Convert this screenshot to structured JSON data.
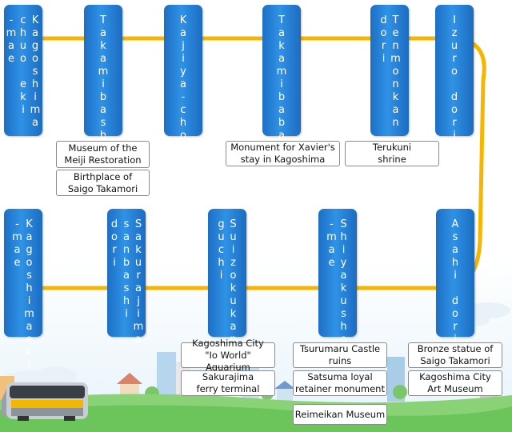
{
  "colors": {
    "route_line": "#f7b500",
    "station_blue": "#2a86dc",
    "label_border": "#8a8a8a",
    "ground_green": "#7fcf6a"
  },
  "top_row": {
    "stations": [
      {
        "id": "kagoshima-chuo",
        "columns": [
          "Kagoshima",
          "chuo eki",
          "-mae"
        ]
      },
      {
        "id": "takamibashi",
        "columns": [
          "Takamibashi"
        ]
      },
      {
        "id": "kajiya-cho",
        "columns": [
          "Kajiya-cho"
        ]
      },
      {
        "id": "takamibaba",
        "columns": [
          "Takamibaba"
        ]
      },
      {
        "id": "tenmonkan-dori",
        "columns": [
          "Tenmonkan",
          "dori"
        ]
      },
      {
        "id": "izuro-dori",
        "columns": [
          "Izuro dori"
        ]
      }
    ]
  },
  "bottom_row": {
    "stations": [
      {
        "id": "kagoshima-eki-mae",
        "columns": [
          "Kagoshimaeki",
          "-mae"
        ]
      },
      {
        "id": "sakurajima-sanbashi-dori",
        "columns": [
          "Sakurajima",
          "sanbashi",
          "dori"
        ]
      },
      {
        "id": "suizokukan-guchi",
        "columns": [
          "Suizokukan",
          "guchi"
        ]
      },
      {
        "id": "shiyakusho-mae",
        "columns": [
          "Shiyakusho",
          "-mae"
        ]
      },
      {
        "id": "asahi-dori",
        "columns": [
          "Asahi dori"
        ]
      }
    ]
  },
  "landmarks": {
    "museum_meiji": "Museum of the\nMeiji Restoration",
    "birthplace_saigo": "Birthplace of\nSaigo Takamori",
    "xavier_monument": "Monument for Xavier's\nstay in Kagoshima",
    "terukuni_shrine": "Terukuni\nshrine",
    "aquarium": "Kagoshima City\n\"Io World\" Aquarium",
    "ferry_terminal": "Sakurajima\nferry terminal",
    "tsurumaru_castle": "Tsurumaru Castle\nruins",
    "satsuma_monument": "Satsuma loyal\nretainer monument",
    "reimeikan": "Reimeikan Museum",
    "saigo_statue": "Bronze statue of\nSaigo Takamori",
    "art_museum": "Kagoshima City\nArt Museum"
  }
}
